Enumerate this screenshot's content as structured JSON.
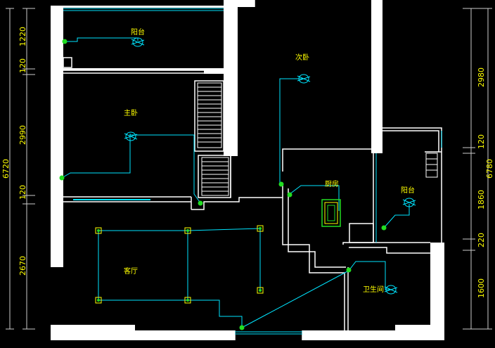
{
  "colors": {
    "background": "#000000",
    "wall": "#ffffff",
    "wire": "#00e5ff",
    "window": "#00e5ff",
    "node": "#22dd22",
    "text": "#ffff00",
    "dimline": "#cccccc"
  },
  "rooms": {
    "balcony_top": "阳台",
    "second_bedroom": "次卧",
    "master_bedroom": "主卧",
    "kitchen": "厨房",
    "balcony_right": "阳台",
    "living_room": "客厅",
    "bathroom": "卫生间"
  },
  "dimensions_left": [
    "1220",
    "120",
    "2990",
    "6720",
    "120",
    "2670"
  ],
  "dimensions_right": [
    "2980",
    "120",
    "6780",
    "1860",
    "220",
    "1600"
  ],
  "icons": {
    "ceiling_light": "ceiling-light-icon",
    "switch_node": "switch-node-icon",
    "downlight": "downlight-icon",
    "kitchen_light": "kitchen-light-icon"
  }
}
